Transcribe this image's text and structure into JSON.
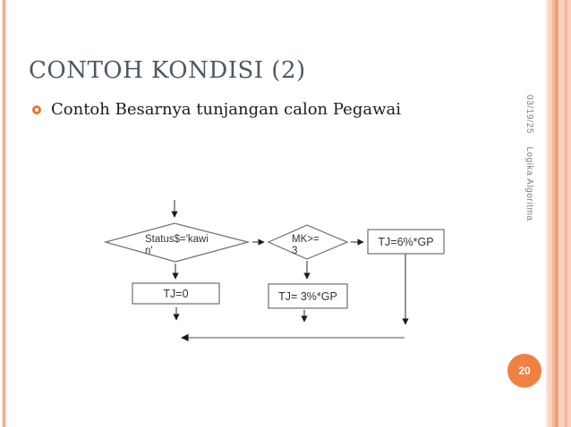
{
  "slide": {
    "title": "CONTOH KONDISI (2)",
    "bullet_text": "Contoh Besarnya tunjangan calon Pegawai",
    "sidebar": {
      "date": "03/19/25",
      "course_label": "Logika Algoritma"
    },
    "page_number": "20"
  },
  "flowchart": {
    "status_decision": {
      "line1": "Status$='kawi",
      "line2": "n'"
    },
    "mk_decision": {
      "line1": "MK>=",
      "line2": "3"
    },
    "tj6_box": "TJ=6%*GP",
    "tj0_box": "TJ=0",
    "tj3_box": "TJ= 3%*GP"
  },
  "colors": {
    "accent_orange": "#F08142",
    "bullet_ring_orange": "#E8762F",
    "title_text": "#4E5863",
    "sidebar_text": "#7F7F7F",
    "stripe_light": "#FAD2BE",
    "stripe_medium": "#F6B69B",
    "stripe_dark": "#F1A07C",
    "flow_line": "#4D4D4D"
  }
}
